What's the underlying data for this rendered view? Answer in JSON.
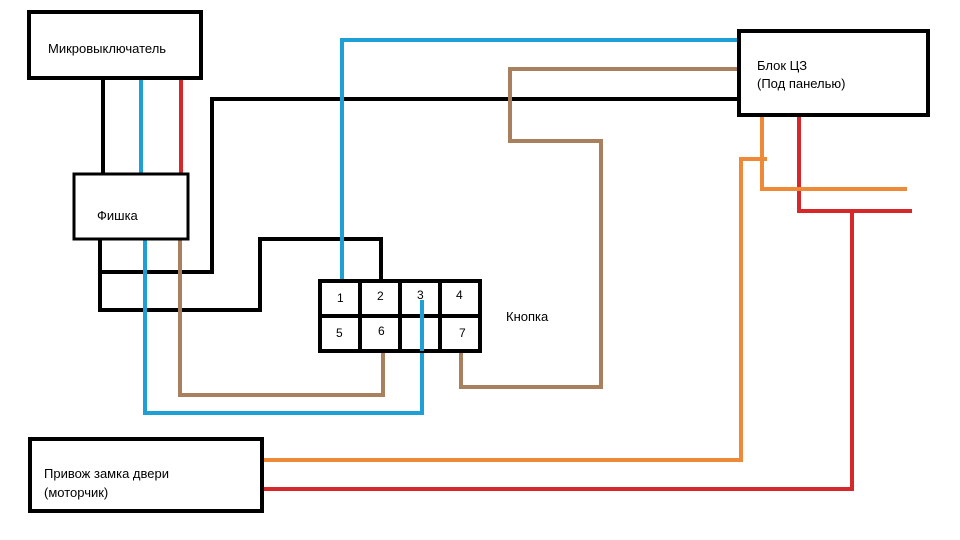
{
  "colors": {
    "black": "#000000",
    "blue": "#1ea0d6",
    "red": "#d62828",
    "brown": "#a9805e",
    "orange": "#ee8a37"
  },
  "boxes": {
    "microswitch": {
      "label": "Микровыключатель"
    },
    "connector": {
      "label": "Фишка"
    },
    "central_lock_unit": {
      "line1": "Блок ЦЗ",
      "line2": "(Под панелью)"
    },
    "door_actuator": {
      "line1": "Привож замка двери",
      "line2": "(моторчик)"
    }
  },
  "button": {
    "label": "Кнопка",
    "pins": [
      "1",
      "2",
      "3",
      "4",
      "5",
      "6",
      "",
      "7"
    ]
  }
}
